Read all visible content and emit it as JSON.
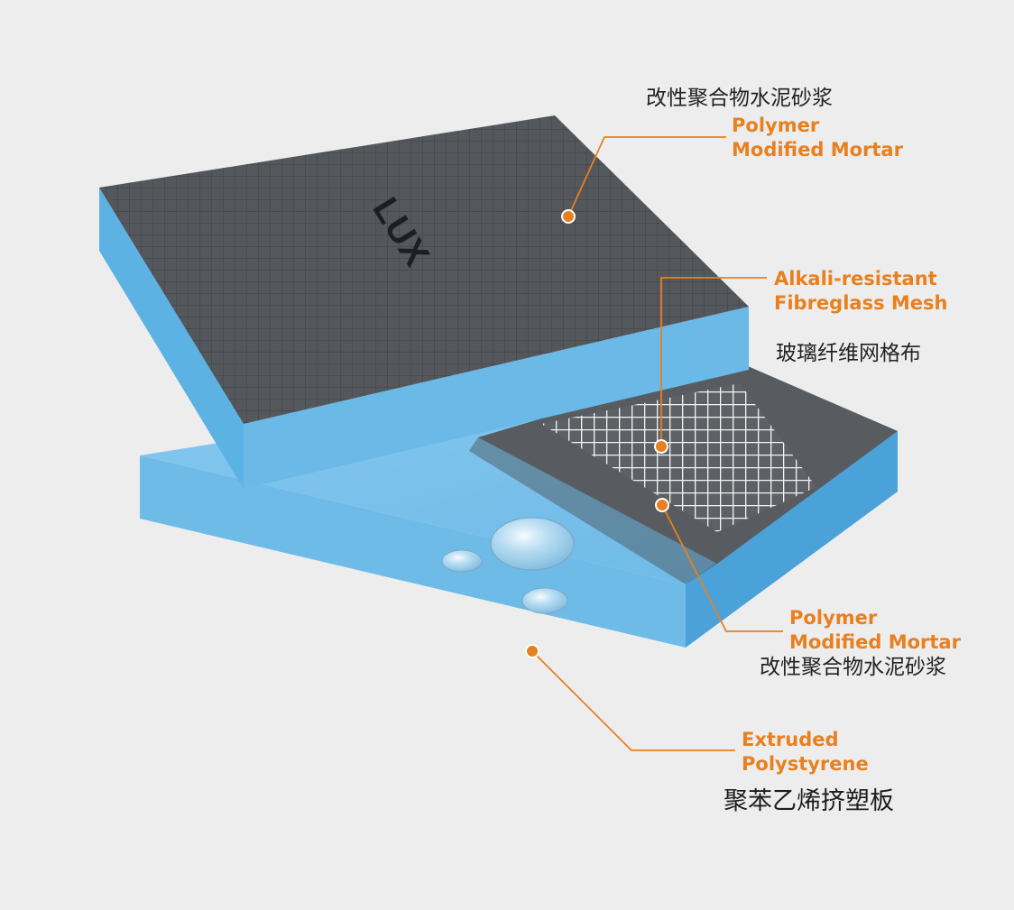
{
  "colors": {
    "accent": "#e8801f",
    "foam_blue": "#7cc3ec",
    "mortar_gray": "#55595e",
    "text_dark": "#222222"
  },
  "brand": {
    "logo": "LUX"
  },
  "callouts": [
    {
      "id": "top-mortar",
      "zh": "改性聚合物水泥砂浆",
      "en_line1": "Polymer",
      "en_line2": "Modified Mortar"
    },
    {
      "id": "mesh",
      "en_line1": "Alkali-resistant",
      "en_line2": "Fibreglass Mesh",
      "zh": "玻璃纤维网格布"
    },
    {
      "id": "bottom-mortar",
      "en_line1": "Polymer",
      "en_line2": "Modified Mortar",
      "zh": "改性聚合物水泥砂浆"
    },
    {
      "id": "xps",
      "en_line1": "Extruded",
      "en_line2": "Polystyrene",
      "zh": "聚苯乙烯挤塑板"
    }
  ]
}
